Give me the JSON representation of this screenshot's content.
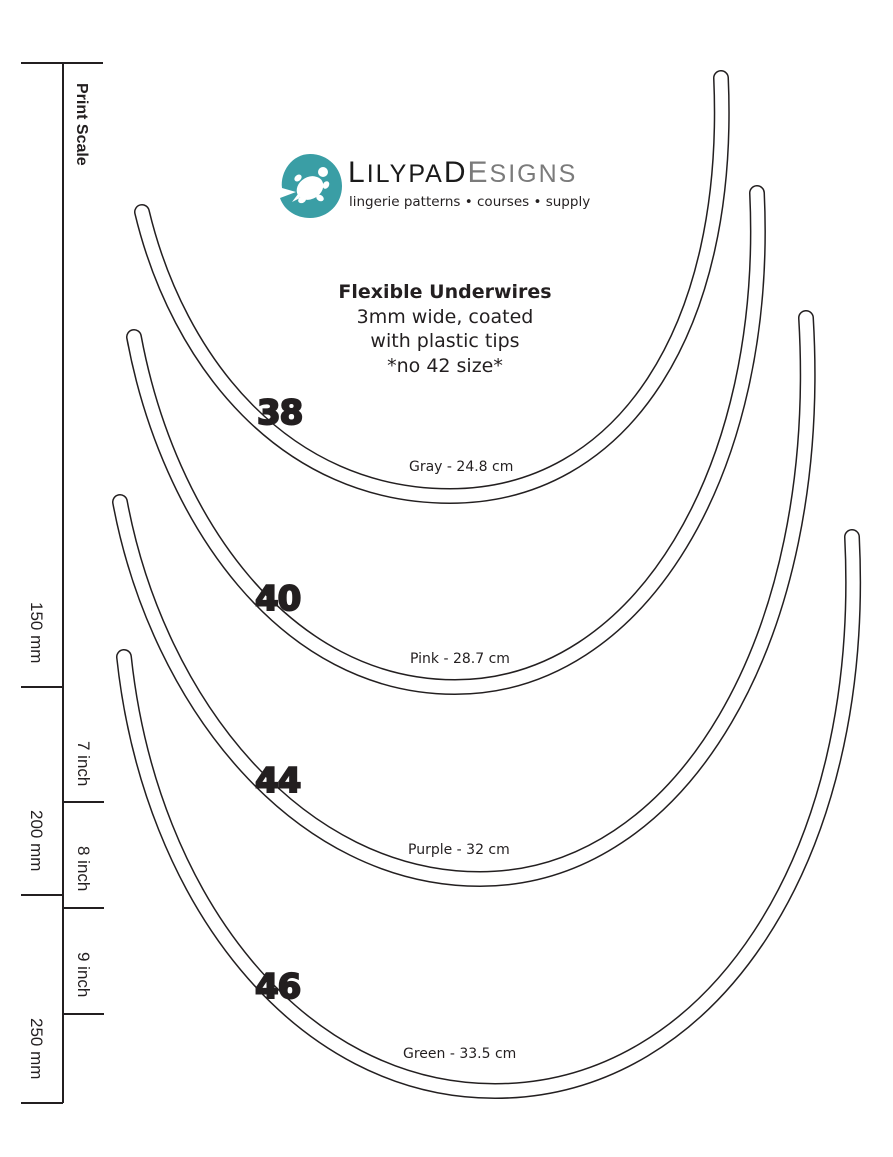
{
  "logo": {
    "brand_first": "L",
    "brand_mid": "ILYPA",
    "brand_d": "D",
    "brand_e": "E",
    "brand_rest": "SIGNS",
    "tagline": "lingerie patterns • courses • supply",
    "colors": {
      "mark": "#3a9ea5",
      "brand_dark": "#1a1a1a",
      "brand_gray": "#7b7b7b"
    }
  },
  "description": {
    "title": "Flexible Underwires",
    "line1": "3mm wide, coated",
    "line2": "with plastic tips",
    "line3": "*no 42 size*"
  },
  "print_scale": {
    "title": "Print Scale",
    "mm_labels": [
      "150 mm",
      "200 mm",
      "250 mm"
    ],
    "inch_labels": [
      "7 inch",
      "8 inch",
      "9 inch"
    ]
  },
  "wires": [
    {
      "size": "38",
      "label": "Gray - 24.8 cm"
    },
    {
      "size": "40",
      "label": "Pink - 28.7 cm"
    },
    {
      "size": "44",
      "label": "Purple - 32 cm"
    },
    {
      "size": "46",
      "label": "Green - 33.5 cm"
    }
  ]
}
